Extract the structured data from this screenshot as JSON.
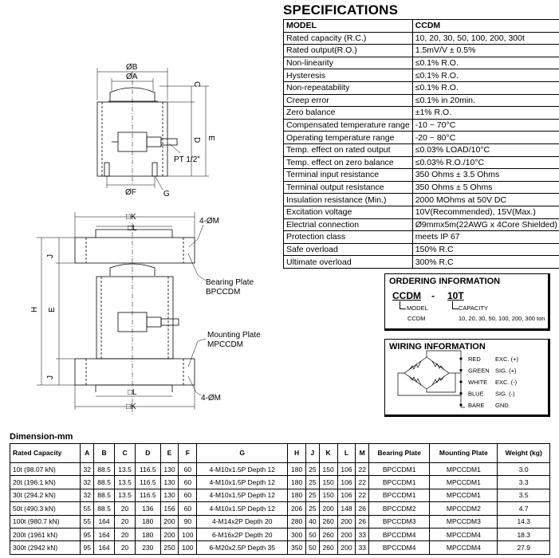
{
  "drawing": {
    "labels": {
      "phi_b": "ØB",
      "phi_a": "ØA",
      "c": "C",
      "d": "D",
      "e": "E",
      "pt": "PT 1/2\"",
      "phi_f": "ØF",
      "g": "G",
      "box_k_top": "□K",
      "box_l_top": "□L",
      "m_top": "4-ØM",
      "j_top": "J",
      "h": "H",
      "e_side": "E",
      "j_bottom": "J",
      "bearing_plate": "Bearing Plate",
      "bearing_code": "BPCCDM",
      "mounting_plate": "Mounting Plate",
      "mounting_code": "MPCCDM",
      "box_l_bottom": "□L",
      "box_k_bottom": "□K",
      "m_bottom": "4-ØM"
    }
  },
  "specifications": {
    "title": "SPECIFICATIONS",
    "header": {
      "key": "MODEL",
      "value": "CCDM"
    },
    "rows": [
      {
        "key": "Rated capacity (R.C.)",
        "value": "10, 20, 30, 50, 100, 200, 300t"
      },
      {
        "key": "Rated output(R.O.)",
        "value": "1.5mV/V ± 0.5%"
      },
      {
        "key": "Non-linearity",
        "value": "≤0.1% R.O."
      },
      {
        "key": "Hysteresis",
        "value": "≤0.1% R.O."
      },
      {
        "key": "Non-repeatability",
        "value": "≤0.1% R.O."
      },
      {
        "key": "Creep error",
        "value": "≤0.1% in 20min."
      },
      {
        "key": "Zero balance",
        "value": "±1% R.O."
      },
      {
        "key": "Compensated temperature range",
        "value": "-10 ~ 70°C"
      },
      {
        "key": "Operating temperature range",
        "value": "-20 ~ 80°C"
      },
      {
        "key": "Temp. effect on rated output",
        "value": "≤0.03% LOAD/10°C"
      },
      {
        "key": "Temp. effect on zero balance",
        "value": "≤0.03% R.O./10°C"
      },
      {
        "key": "Terminal input resistance",
        "value": "350 Ohms ± 3.5 Ohms"
      },
      {
        "key": "Terminal output resistance",
        "value": "350 Ohms ± 5 Ohms"
      },
      {
        "key": "Insulation resistance (Min.)",
        "value": "2000 MOhms at 50V DC"
      },
      {
        "key": "Excitation voltage",
        "value": "10V(Recommended), 15V(Max.)"
      },
      {
        "key": "Electrial connection",
        "value": "Ø9mmx5m(22AWG x 4Core Shielded)"
      },
      {
        "key": "Protection class",
        "value": "meets IP 67"
      },
      {
        "key": "Safe overload",
        "value": "150% R.C"
      },
      {
        "key": "Ultimate overload",
        "value": "300% R.C"
      }
    ]
  },
  "ordering": {
    "title": "ORDERING INFORMATION",
    "model_code": "CCDM",
    "dash": "-",
    "capacity_code": "10T",
    "model_label": "MODEL",
    "capacity_label": "CAPACITY",
    "model_value": "CCDM",
    "capacity_values": "10, 20, 30, 50, 100, 200, 300 ton"
  },
  "wiring": {
    "title": "WIRING INFORMATION",
    "wires": [
      {
        "color": "RED",
        "signal": "EXC. (+)"
      },
      {
        "color": "GREEN",
        "signal": "SIG. (+)"
      },
      {
        "color": "WHITE",
        "signal": "EXC. (-)"
      },
      {
        "color": "BLUE",
        "signal": "SIG. (-)"
      },
      {
        "color": "BARE",
        "signal": "GND."
      }
    ]
  },
  "dimensions": {
    "title": "Dimension-mm",
    "headers": [
      "Rated Capacity",
      "A",
      "B",
      "C",
      "D",
      "E",
      "F",
      "G",
      "H",
      "J",
      "K",
      "L",
      "M",
      "Bearing Plate",
      "Mounting Plate",
      "Weight (kg)"
    ],
    "rows": [
      [
        "10t (98.07 kN)",
        "32",
        "88.5",
        "13.5",
        "116.5",
        "130",
        "60",
        "4-M10x1.5P Depth 12",
        "180",
        "25",
        "150",
        "106",
        "22",
        "BPCCDM1",
        "MPCCDM1",
        "3.0"
      ],
      [
        "20t (196.1 kN)",
        "32",
        "88.5",
        "13.5",
        "116.5",
        "130",
        "60",
        "4-M10x1.5P Depth 12",
        "180",
        "25",
        "150",
        "106",
        "22",
        "BPCCDM1",
        "MPCCDM1",
        "3.3"
      ],
      [
        "30t (294.2 kN)",
        "32",
        "88.5",
        "13.5",
        "116.5",
        "130",
        "60",
        "4-M10x1.5P Depth 12",
        "180",
        "25",
        "150",
        "106",
        "22",
        "BPCCDM1",
        "MPCCDM1",
        "3.5"
      ],
      [
        "50t (490.3 kN)",
        "55",
        "88.5",
        "20",
        "136",
        "156",
        "60",
        "4-M10x1.5P Depth 12",
        "206",
        "25",
        "200",
        "148",
        "26",
        "BPCCDM2",
        "MPCCDM2",
        "4.7"
      ],
      [
        "100t (980.7 kN)",
        "55",
        "164",
        "20",
        "180",
        "200",
        "90",
        "4-M14x2P Depth 20",
        "280",
        "40",
        "260",
        "200",
        "26",
        "BPCCDM3",
        "MPCCDM3",
        "14.3"
      ],
      [
        "200t (1961 kN)",
        "95",
        "164",
        "20",
        "180",
        "200",
        "100",
        "6-M16x2P Depth 20",
        "300",
        "50",
        "260",
        "200",
        "33",
        "BPCCDM4",
        "MPCCDM4",
        "18.3"
      ],
      [
        "300t (2942 kN)",
        "95",
        "164",
        "20",
        "230",
        "250",
        "100",
        "6-M20x2.5P Depth 35",
        "350",
        "50",
        "260",
        "200",
        "33",
        "BPCCDM4",
        "MPCCDM4",
        "27.9"
      ]
    ]
  }
}
